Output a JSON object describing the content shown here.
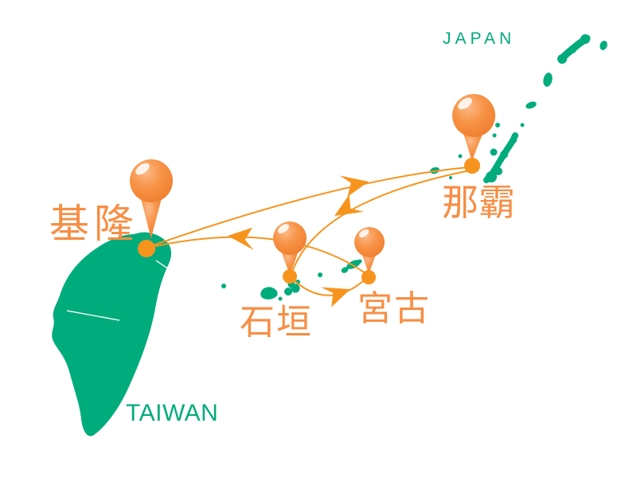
{
  "title": "Taiwan - Okinawa route map",
  "colors": {
    "background": "#FFFFFF",
    "land_green": "#00AB7C",
    "country_label_green": "#00AB7C",
    "route_orange": "#F7941E",
    "port_label_orange": "#F78E44",
    "pin_grad_light": "#FDB989",
    "pin_grad_mid": "#F79447",
    "pin_grad_dark": "#EF7B2B"
  },
  "countries": [
    {
      "id": "japan",
      "label": "JAPAN"
    },
    {
      "id": "taiwan",
      "label": "TAIWAN"
    }
  ],
  "ports": [
    {
      "id": "keelung",
      "label": "基隆"
    },
    {
      "id": "naha",
      "label": "那霸"
    },
    {
      "id": "ishigaki",
      "label": "石垣"
    },
    {
      "id": "miyako",
      "label": "宮古"
    }
  ],
  "routes": [
    {
      "from": "keelung",
      "to": "naha"
    },
    {
      "from": "naha",
      "to": "ishigaki"
    },
    {
      "from": "ishigaki",
      "to": "miyako"
    },
    {
      "from": "miyako",
      "to": "keelung"
    }
  ]
}
